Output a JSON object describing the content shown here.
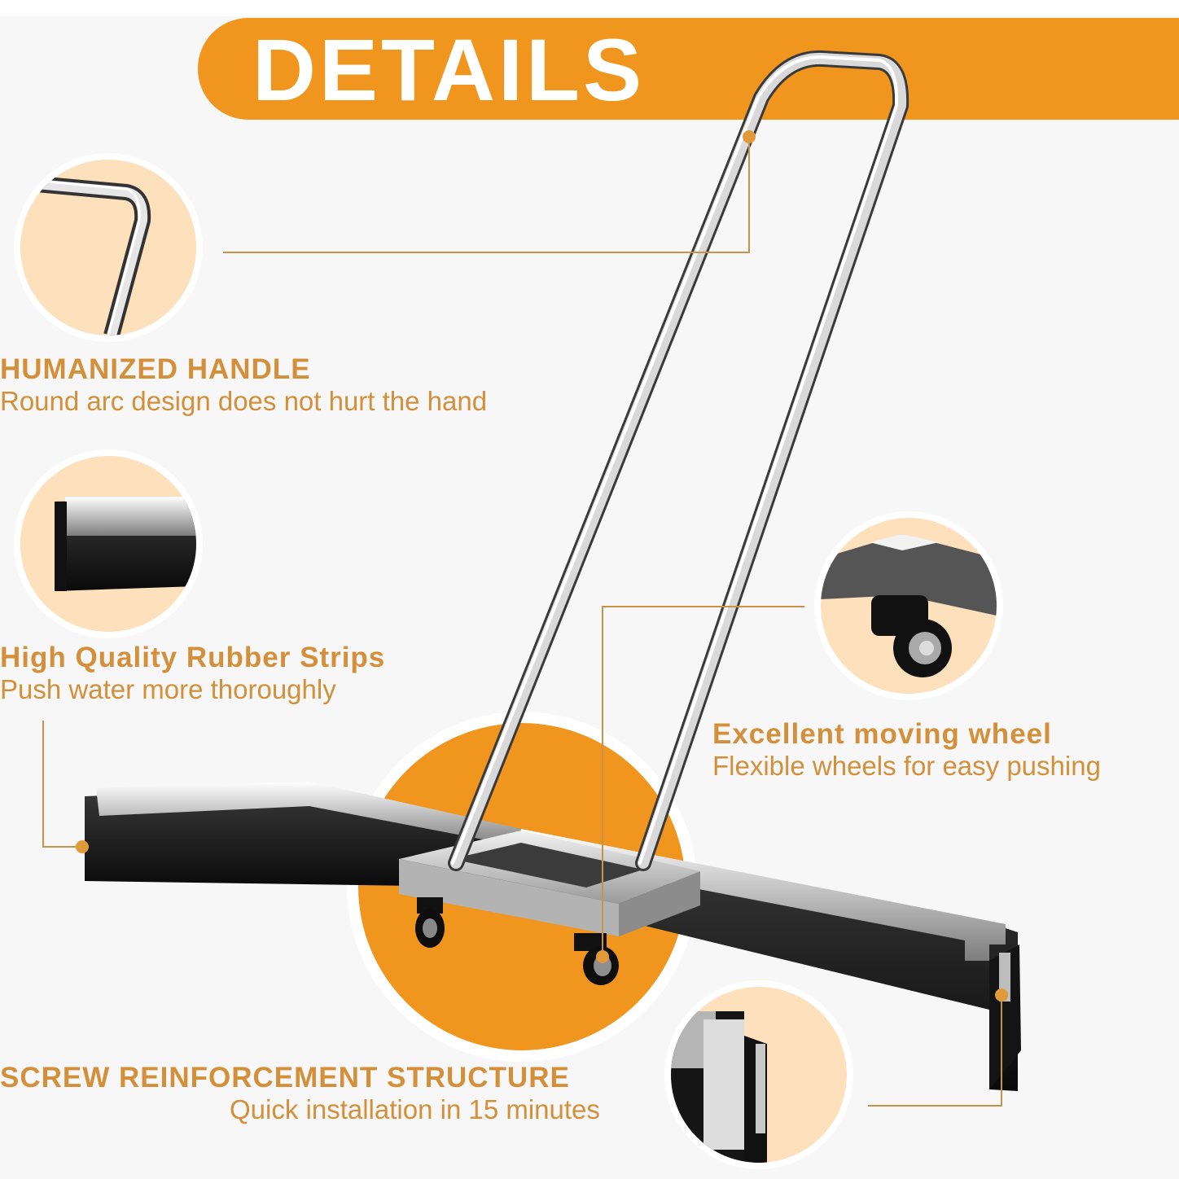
{
  "banner": {
    "title": "DETAILS"
  },
  "colors": {
    "accent_orange": "#f0951e",
    "peach": "#fde0bc",
    "text_gold": "#d38f3a",
    "background": "#f7f7f7",
    "rubber_black": "#111111",
    "steel": "#c8c8c8"
  },
  "features": [
    {
      "id": "handle",
      "title": "HUMANIZED HANDLE",
      "subtitle": "Round arc design does not hurt the hand",
      "icon": "handle-bend-closeup"
    },
    {
      "id": "rubber",
      "title": "High Quality Rubber Strips",
      "subtitle": "Push water more thoroughly",
      "icon": "rubber-strip-closeup"
    },
    {
      "id": "wheel",
      "title": "Excellent moving wheel",
      "subtitle": "Flexible wheels for easy pushing",
      "icon": "caster-wheel-closeup"
    },
    {
      "id": "screw",
      "title": "SCREW REINFORCEMENT STRUCTURE",
      "subtitle": "Quick installation in 15 minutes",
      "icon": "screw-bracket-closeup"
    }
  ],
  "product": {
    "name": "floor squeegee with wheels",
    "icon": "squeegee-product"
  }
}
